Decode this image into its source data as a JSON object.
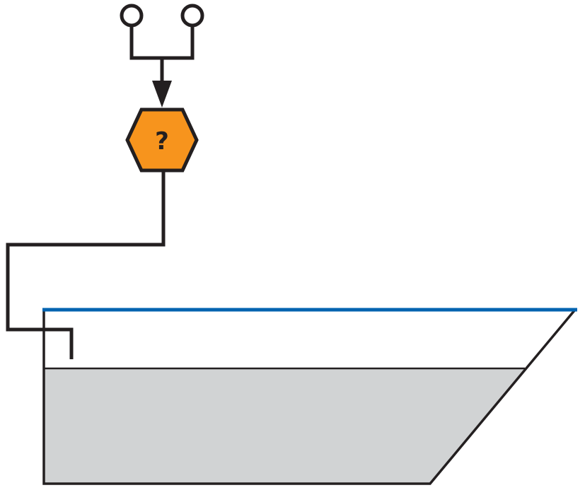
{
  "diagram": {
    "hexagon": {
      "symbol": "?"
    },
    "colors": {
      "line": "#231f20",
      "hexagon_fill": "#f7941d",
      "liquid_fill": "#d1d3d4",
      "tank_rim": "#0063b0",
      "background": "#ffffff"
    },
    "icons": {
      "terminals": "open-circle-terminal",
      "arrow": "downward-arrowhead",
      "hexagon": "hexagon-unknown-symbol"
    }
  }
}
